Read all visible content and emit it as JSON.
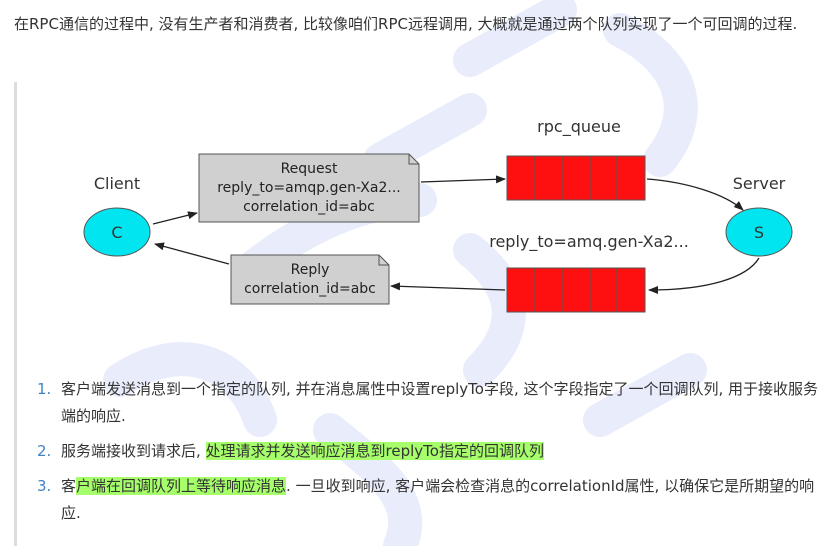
{
  "intro": {
    "text": "在RPC通信的过程中, 没有生产者和消费者, 比较像咱们RPC远程调用, 大概就是通过两个队列实现了一个可回调的过程."
  },
  "diagram": {
    "client_label": "Client",
    "client_node": "C",
    "server_label": "Server",
    "server_node": "S",
    "request_title": "Request",
    "request_reply_to": "reply_to=amqp.gen-Xa2...",
    "request_correlation": "correlation_id=abc",
    "reply_title": "Reply",
    "reply_correlation": "correlation_id=abc",
    "rpc_queue_label": "rpc_queue",
    "reply_queue_label": "reply_to=amq.gen-Xa2..."
  },
  "steps": [
    {
      "number": "1.",
      "parts": [
        {
          "text": "客户端发送消息到一个指定的队列, 并在消息属性中设置replyTo字段, 这个字段指定了一个回调队列, 用于接收服务端的响应.",
          "highlight": false
        }
      ]
    },
    {
      "number": "2.",
      "parts": [
        {
          "text": "服务端接收到请求后, ",
          "highlight": false
        },
        {
          "text": "处理请求并发送响应消息到replyTo指定的回调队列",
          "highlight": true
        }
      ]
    },
    {
      "number": "3.",
      "parts": [
        {
          "text": "客",
          "highlight": false
        },
        {
          "text": "户端在回调队列上等待响应消息",
          "highlight": true
        },
        {
          "text": ". 一旦收到响应, 客户端会检查消息的correlationId属性, 以确保它是所期望的响应.",
          "highlight": false
        }
      ]
    }
  ],
  "colors": {
    "node_fill": "#00e5f0",
    "queue_fill": "#ff1010",
    "message_fill": "#d0d0d0",
    "highlight": "#a6ff6a",
    "list_number": "#4183c4"
  }
}
